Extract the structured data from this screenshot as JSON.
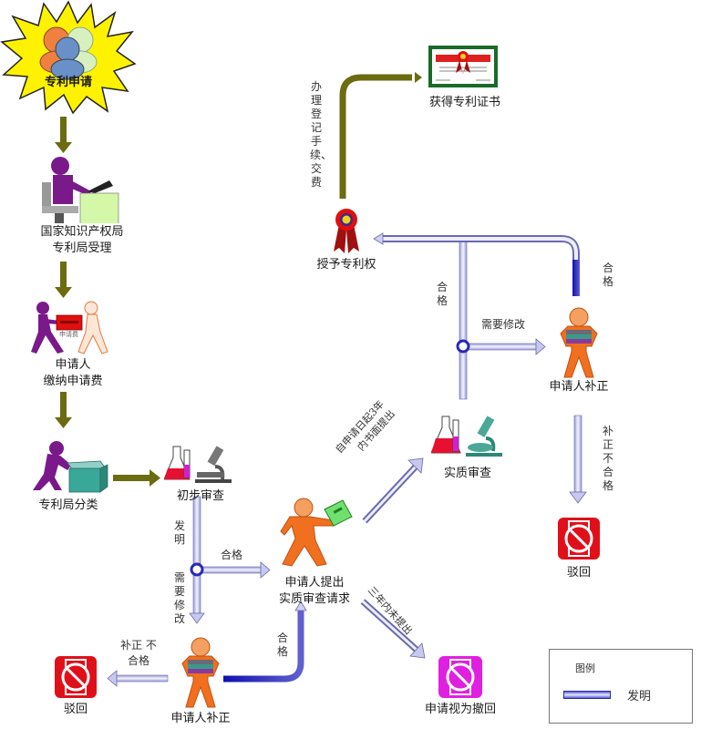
{
  "nodes": {
    "apply": "专利申请",
    "accept_line1": "国家知识产权局",
    "accept_line2": "专利局受理",
    "pay_line1": "申请人",
    "pay_line2": "缴纳申请费",
    "fee_label": "申请费",
    "classify": "专利局分类",
    "preliminary": "初步审查",
    "request_line1": "申请人提出",
    "request_line2": "实质审查请求",
    "correct_left": "申请人补正",
    "reject_left": "驳回",
    "substantive": "实质审查",
    "correct_right": "申请人补正",
    "reject_right": "驳回",
    "withdrawn": "申请视为撤回",
    "grant": "授予专利权",
    "certificate": "获得专利证书"
  },
  "edges": {
    "invention": "发明",
    "qualified_prelim": "合格",
    "need_modify_prelim": "需要修改",
    "correct_fail_left": "补正 不合格",
    "qualified_left": "合格",
    "within3years_line1": "自申请日起3年",
    "within3years_line2": "内书面提出",
    "not_within3years": "三年内未提出",
    "qualified_sub": "合格",
    "need_modify_sub": "需要修改",
    "qualified_right": "合格",
    "correct_fail_right": "补正不合格",
    "register": "办理登记手续、交费"
  },
  "legend": {
    "title": "图例",
    "item": "发明"
  },
  "colors": {
    "olive_arrow": "#6b6b10",
    "blue_line": "#3a3ab8",
    "reject_red": "#e0101a",
    "withdraw_magenta": "#e020e0",
    "burst_yellow": "#fff200",
    "person_purple": "#7a1a8a",
    "person_orange": "#f07020"
  }
}
